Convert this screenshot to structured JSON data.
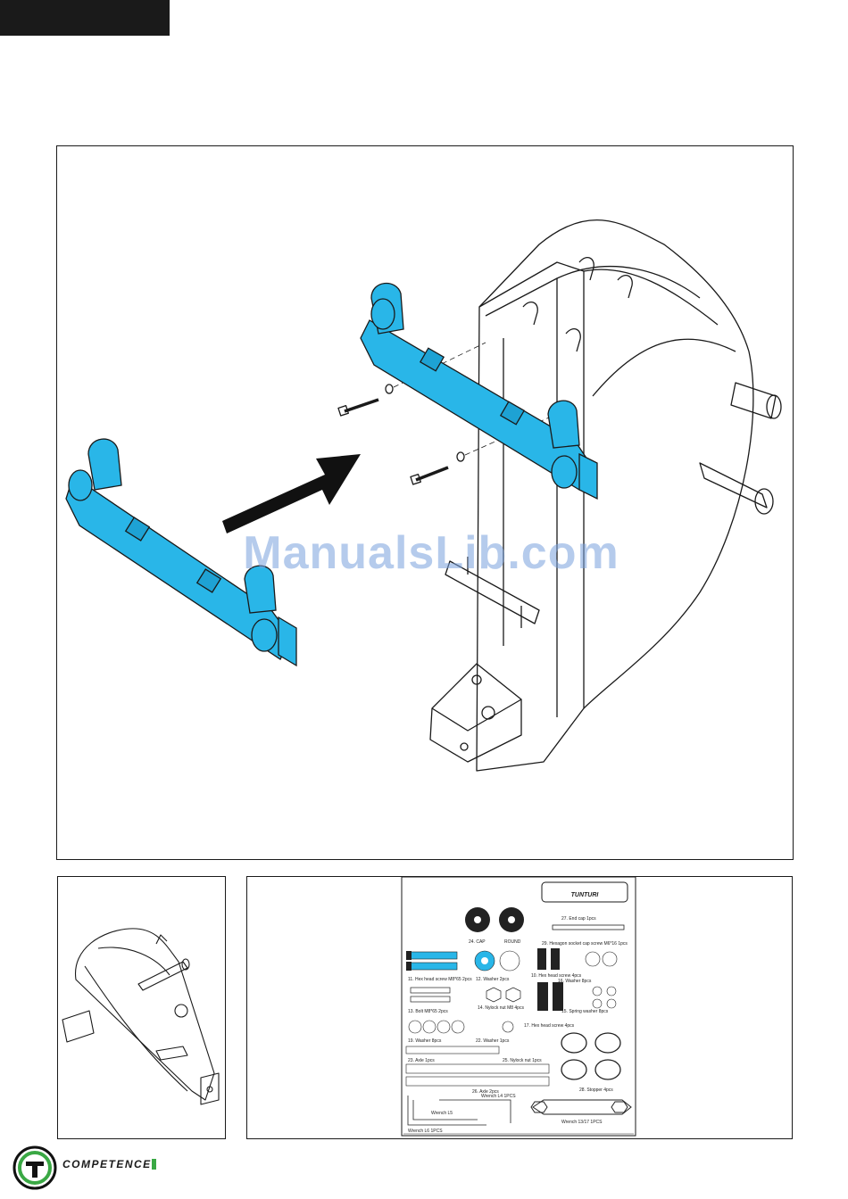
{
  "watermark": "ManualsLib.com",
  "brand": {
    "name": "COMPETENCE",
    "accent_color": "#3aa844",
    "logo_icon": "tunturi-t-logo-icon"
  },
  "highlight_color": "#29b6e8",
  "hardware_card": {
    "logo_text": "TUNTURI",
    "parts": [
      {
        "label": "27. End cap 1pcs"
      },
      {
        "label": "24. CAP"
      },
      {
        "label": "ROUND"
      },
      {
        "label": "29. Hexagon socket cap screw M6*16 1pcs"
      },
      {
        "label": "11. Hex head screw M8*65 2pcs"
      },
      {
        "label": "12. Washer 2pcs"
      },
      {
        "label": "10. Hex head screw 4pcs"
      },
      {
        "label": "16. Washer 8pcs"
      },
      {
        "label": "14. Nylock nut M8 4pcs"
      },
      {
        "label": "13. Bolt M8*65 2pcs"
      },
      {
        "label": "17. Hex head screw 4pcs"
      },
      {
        "label": "15. Spring washer 8pcs"
      },
      {
        "label": "19. Washer 8pcs"
      },
      {
        "label": "22. Washer 1pcs"
      },
      {
        "label": "23. Axle 1pcs"
      },
      {
        "label": "25. Nylock nut 1pcs"
      },
      {
        "label": "26. Axle 2pcs"
      },
      {
        "label": "28. Stopper 4pcs"
      },
      {
        "label": "Wrench L6 1PCS"
      },
      {
        "label": "Wrench L5"
      },
      {
        "label": "Wrench 13/17 1PCS"
      },
      {
        "label": "Wrench L4 1PCS"
      }
    ]
  }
}
